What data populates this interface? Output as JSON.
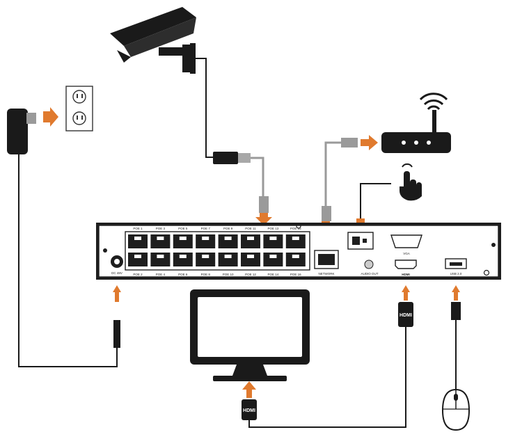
{
  "nvr": {
    "poe_top": [
      "POE 1",
      "POE 3",
      "POE 5",
      "POE 7",
      "POE 9",
      "POE 11",
      "POE 13",
      "POE 15"
    ],
    "poe_bottom": [
      "POE 2",
      "POE 4",
      "POE 6",
      "POE 8",
      "POE 10",
      "POE 12",
      "POE 14",
      "POE 16"
    ],
    "dc_label": "DC 48V",
    "network_label": "NETWORK",
    "audio_label": "AUDIO OUT",
    "vga_label": "VGA",
    "hdmi_label": "HDMI",
    "usb_label": "USB 2.0"
  },
  "cables": {
    "monitor_hdmi_plug": "HDMI",
    "nvr_hdmi_plug": "HDMI"
  },
  "icons": {
    "camera": "security-camera-icon",
    "router": "router-icon",
    "wifi": "wifi-icon",
    "outlet": "wall-outlet-icon",
    "adapter": "power-adapter-icon",
    "monitor": "monitor-icon",
    "mouse": "mouse-icon",
    "hand": "hand-press-icon"
  },
  "colors": {
    "arrow": "#e07a2e",
    "device": "#1a1a1a",
    "cable_gray": "#9a9a9a"
  }
}
